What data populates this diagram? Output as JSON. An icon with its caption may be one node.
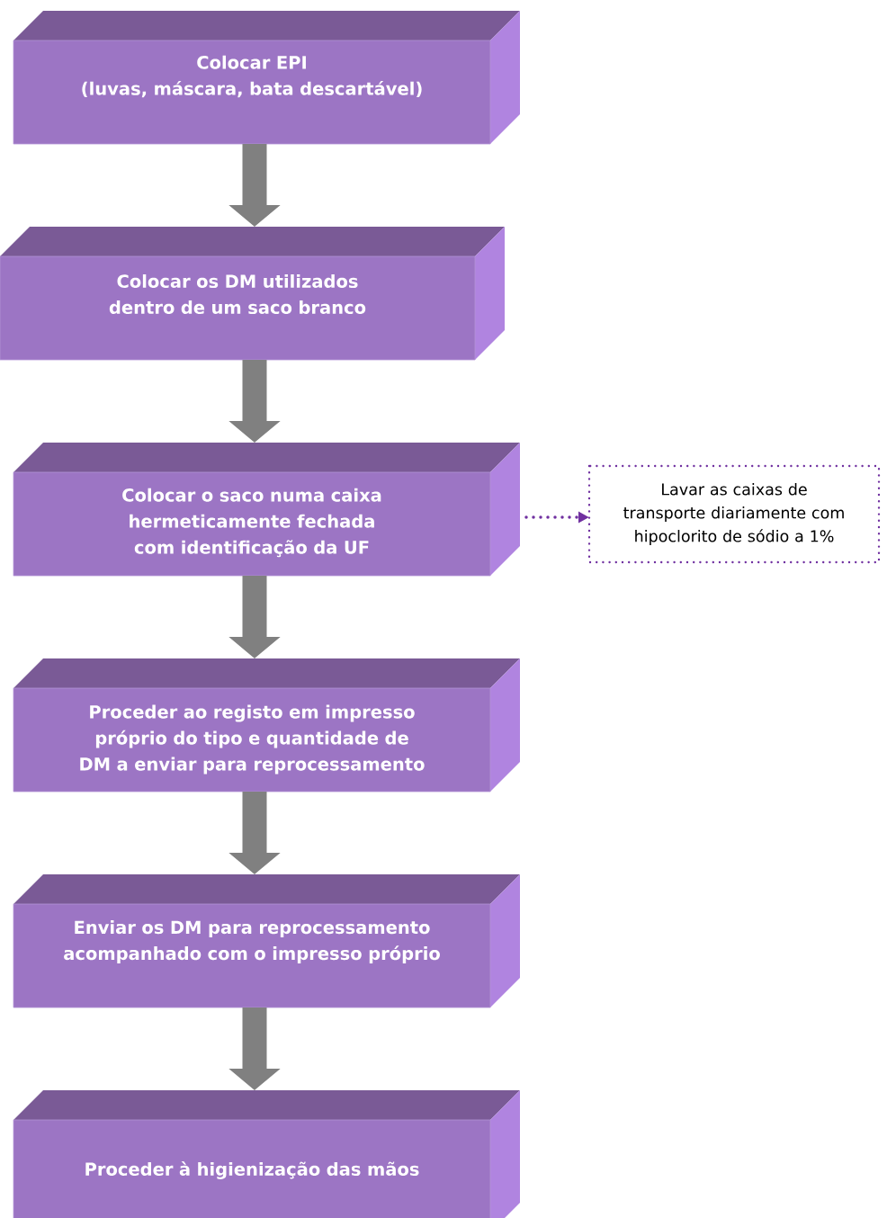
{
  "diagram": {
    "nodes": [
      {
        "text": [
          "Colocar EPI",
          "(luvas, máscara,  bata descartável)"
        ]
      },
      {
        "text": [
          "Colocar os DM utilizados dentro de um saco branco"
        ]
      },
      {
        "text": [
          "Colocar o saco numa caixa hermeticamente fechada com identificação da UF"
        ]
      },
      {
        "text": [
          "Proceder ao registo em impresso próprio do tipo e quantidade de DM a enviar para reprocessamento"
        ]
      },
      {
        "text": [
          "Enviar os DM para reprocessamento acompanhado com o impresso próprio"
        ]
      },
      {
        "text": [
          "Proceder à higienização das mãos"
        ]
      },
      {
        "text": [
          "Lavar as caixas de transporte diariamente com hipoclorito de sódio a 1%"
        ]
      }
    ],
    "edges": [
      {
        "from": 0,
        "to": 1,
        "arrow": "to"
      },
      {
        "from": 1,
        "to": 2,
        "arrow": "to"
      },
      {
        "from": 2,
        "to": 3,
        "arrow": "to"
      },
      {
        "from": 3,
        "to": 4,
        "arrow": "to"
      },
      {
        "from": 4,
        "to": 5,
        "arrow": "to"
      },
      {
        "from": 2,
        "to": 6,
        "arrow": "to",
        "style": "dashed",
        "color": "#7030a0"
      }
    ]
  }
}
